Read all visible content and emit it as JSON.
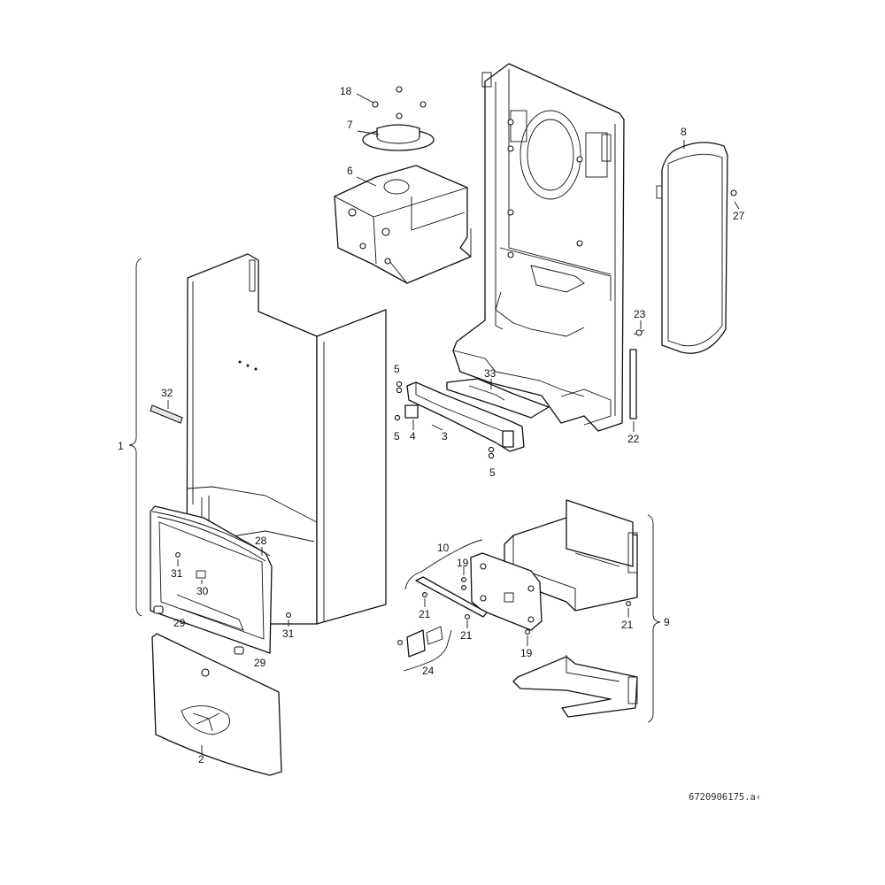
{
  "drawing": {
    "callouts": [
      "1",
      "2",
      "3",
      "4",
      "5",
      "5",
      "5",
      "6",
      "7",
      "8",
      "9",
      "10",
      "18",
      "19",
      "19",
      "21",
      "21",
      "21",
      "22",
      "23",
      "24",
      "27",
      "28",
      "29",
      "29",
      "30",
      "31",
      "31",
      "32",
      "33"
    ],
    "document_id": "6720906175.a‹"
  }
}
